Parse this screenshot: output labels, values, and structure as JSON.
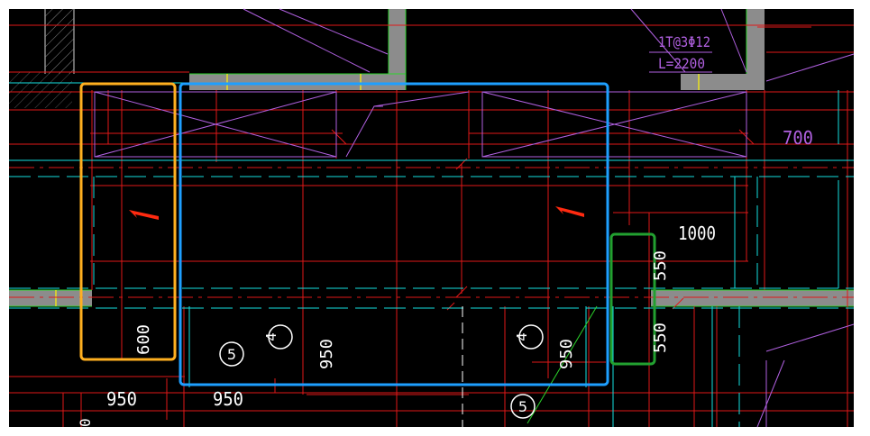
{
  "colors": {
    "background": "#000000",
    "wall": "#8c8c8c",
    "wall_edge": "#2bd32b",
    "red": "#e01818",
    "cyan": "#15e0e0",
    "magenta": "#b060e0",
    "white": "#ffffff",
    "yellow": "#e8e020",
    "orange_box": "#ffb020",
    "blue_box": "#1e9fff",
    "green_box": "#22a030",
    "arrow": "#ff2a10"
  },
  "labels": {
    "rebar_spec": "1T@3Φ12",
    "length": "L=2200",
    "dim_700": "700",
    "dim_1000": "1000",
    "dim_550_upper": "550",
    "dim_550_lower": "550",
    "dim_600": "600",
    "dim_950_left": "950",
    "dim_950_mid": "950",
    "dim_950_vert_left": "950",
    "dim_950_vert_right": "950",
    "marker_5_left": "5",
    "marker_4_left": "4",
    "marker_4_right": "4",
    "marker_5_bottom": "5"
  }
}
